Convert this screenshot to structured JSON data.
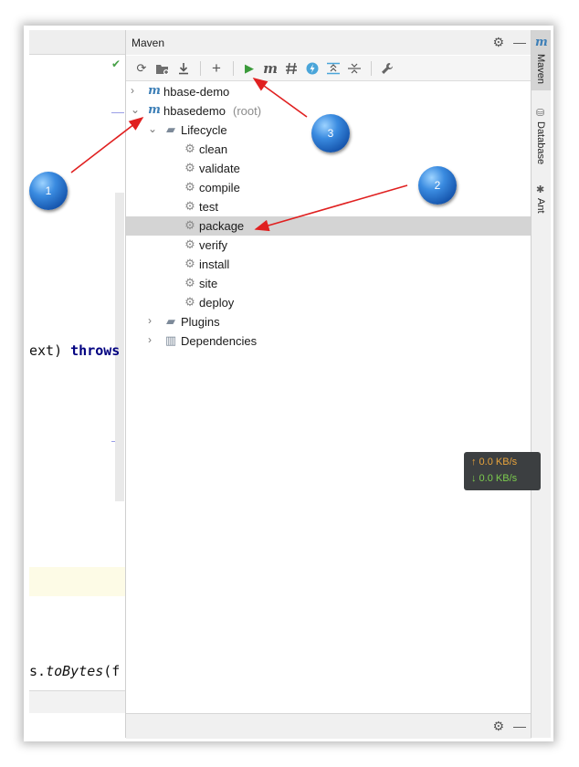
{
  "editor": {
    "code_line_1": {
      "pre": "ext) ",
      "kw": "throws"
    },
    "code_line_2": {
      "pre": "s.",
      "it": "toBytes",
      "post": "(f"
    }
  },
  "maven": {
    "title": "Maven",
    "toolbar": [
      "reload-icon",
      "add-folder-icon",
      "download-icon",
      "plus-icon",
      "run-icon",
      "m-icon",
      "skip-tests-icon",
      "lightning-icon",
      "expand-icon",
      "collapse-icon",
      "wrench-icon"
    ],
    "tree": [
      {
        "label": "hbase-demo",
        "suffix": "",
        "level": 0,
        "arrow": "›",
        "icon": "m"
      },
      {
        "label": "hbasedemo",
        "suffix": "(root)",
        "level": 0,
        "arrow": "⌄",
        "icon": "m"
      },
      {
        "label": "Lifecycle",
        "suffix": "",
        "level": 1,
        "arrow": "⌄",
        "icon": "folder-gear"
      },
      {
        "label": "clean",
        "suffix": "",
        "level": 2,
        "arrow": "",
        "icon": "gear"
      },
      {
        "label": "validate",
        "suffix": "",
        "level": 2,
        "arrow": "",
        "icon": "gear"
      },
      {
        "label": "compile",
        "suffix": "",
        "level": 2,
        "arrow": "",
        "icon": "gear"
      },
      {
        "label": "test",
        "suffix": "",
        "level": 2,
        "arrow": "",
        "icon": "gear"
      },
      {
        "label": "package",
        "suffix": "",
        "level": 2,
        "arrow": "",
        "icon": "gear",
        "selected": true
      },
      {
        "label": "verify",
        "suffix": "",
        "level": 2,
        "arrow": "",
        "icon": "gear"
      },
      {
        "label": "install",
        "suffix": "",
        "level": 2,
        "arrow": "",
        "icon": "gear"
      },
      {
        "label": "site",
        "suffix": "",
        "level": 2,
        "arrow": "",
        "icon": "gear"
      },
      {
        "label": "deploy",
        "suffix": "",
        "level": 2,
        "arrow": "",
        "icon": "gear"
      },
      {
        "label": "Plugins",
        "suffix": "",
        "level": 1,
        "arrow": "›",
        "icon": "folder-gear"
      },
      {
        "label": "Dependencies",
        "suffix": "",
        "level": 1,
        "arrow": "›",
        "icon": "folder-bars"
      }
    ]
  },
  "side_tabs": {
    "maven": "Maven",
    "database": "Database",
    "ant": "Ant"
  },
  "network": {
    "up": "↑ 0.0 KB/s",
    "down": "↓ 0.0 KB/s"
  },
  "callouts": {
    "one": "1",
    "two": "2",
    "three": "3"
  },
  "colors": {
    "arrow": "#e02020",
    "run": "#3a9a3a",
    "selection": "#d4d4d4"
  }
}
